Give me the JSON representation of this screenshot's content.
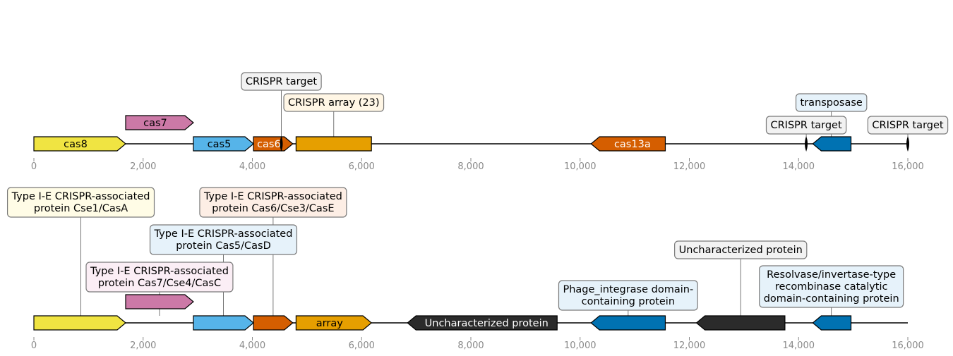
{
  "colors": {
    "yellow": "#F0E442",
    "pink": "#CC79A7",
    "skyblue": "#56B4E9",
    "vermillion": "#D55E00",
    "orange": "#E69F00",
    "blue": "#0072B2",
    "dark": "#2b2b2b"
  },
  "axis_ticks": [
    0,
    2000,
    4000,
    6000,
    8000,
    10000,
    12000,
    14000,
    16000
  ],
  "axis_tick_labels": [
    "0",
    "2,000",
    "4,000",
    "6,000",
    "8,000",
    "10,000",
    "12,000",
    "14,000",
    "16,000"
  ],
  "tracks": [
    {
      "name": "top",
      "features": [
        {
          "start": 0,
          "end": 1680,
          "strand": 1,
          "level": 0,
          "color": "yellow",
          "text": "cas8",
          "text_color": "#000000"
        },
        {
          "start": 1680,
          "end": 2920,
          "strand": 1,
          "level": 1,
          "color": "pink",
          "text": "cas7",
          "text_color": "#000000"
        },
        {
          "start": 2920,
          "end": 4020,
          "strand": 1,
          "level": 0,
          "color": "skyblue",
          "text": "cas5",
          "text_color": "#000000"
        },
        {
          "start": 4020,
          "end": 4740,
          "strand": 1,
          "level": 0,
          "color": "vermillion",
          "text": "cas6",
          "text_color": "#ffffff"
        },
        {
          "start": 4800,
          "end": 6180,
          "strand": 0,
          "level": 0,
          "color": "orange",
          "text": "",
          "text_color": "#000000"
        },
        {
          "start": 10200,
          "end": 11560,
          "strand": -1,
          "level": 0,
          "color": "vermillion",
          "text": "cas13a",
          "text_color": "#ffffff"
        },
        {
          "start": 14260,
          "end": 14960,
          "strand": -1,
          "level": 0,
          "color": "blue",
          "text": "",
          "text_color": "#000000"
        }
      ],
      "target_marks": [
        4530,
        14140,
        16000
      ],
      "callouts": [
        {
          "anchor": 4530,
          "text": [
            "CRISPR target"
          ],
          "tier": 2,
          "bg": "#f2f2f2"
        },
        {
          "anchor": 5490,
          "text": [
            "CRISPR array (23)"
          ],
          "tier": 1,
          "bg": "#fff6e5"
        },
        {
          "anchor": 14140,
          "text": [
            "CRISPR target"
          ],
          "tier": 0,
          "bg": "#f2f2f2"
        },
        {
          "anchor": 14600,
          "text": [
            "transposase"
          ],
          "tier": 1,
          "bg": "#e6f2fa"
        },
        {
          "anchor": 16000,
          "text": [
            "CRISPR target"
          ],
          "tier": 0,
          "bg": "#f2f2f2"
        }
      ]
    },
    {
      "name": "bottom",
      "features": [
        {
          "start": 0,
          "end": 1680,
          "strand": 1,
          "level": 0,
          "color": "yellow",
          "text": "",
          "text_color": "#000000"
        },
        {
          "start": 1680,
          "end": 2920,
          "strand": 1,
          "level": 1,
          "color": "pink",
          "text": "",
          "text_color": "#000000"
        },
        {
          "start": 2920,
          "end": 4020,
          "strand": 1,
          "level": 0,
          "color": "skyblue",
          "text": "",
          "text_color": "#000000"
        },
        {
          "start": 4020,
          "end": 4740,
          "strand": 1,
          "level": 0,
          "color": "vermillion",
          "text": "",
          "text_color": "#000000"
        },
        {
          "start": 4800,
          "end": 6180,
          "strand": 1,
          "level": 0,
          "color": "orange",
          "text": "array",
          "text_color": "#000000"
        },
        {
          "start": 6840,
          "end": 9580,
          "strand": -1,
          "level": 0,
          "color": "dark",
          "text": "Uncharacterized protein",
          "text_color": "#ffffff"
        },
        {
          "start": 10200,
          "end": 11560,
          "strand": -1,
          "level": 0,
          "color": "blue",
          "text": "",
          "text_color": "#000000"
        },
        {
          "start": 12130,
          "end": 13750,
          "strand": -1,
          "level": 0,
          "color": "dark",
          "text": "",
          "text_color": "#000000"
        },
        {
          "start": 14260,
          "end": 14960,
          "strand": -1,
          "level": 0,
          "color": "blue",
          "text": "",
          "text_color": "#000000"
        }
      ],
      "target_marks": [],
      "callouts": [
        {
          "anchor": 860,
          "text": [
            "Type I-E CRISPR-associated",
            "protein Cse1/CasA"
          ],
          "tier": 3,
          "bg": "#fffce6"
        },
        {
          "anchor": 2300,
          "text": [
            "Type I-E CRISPR-associated",
            "protein Cas7/Cse4/CasC"
          ],
          "tier": 1,
          "bg": "#fbeef5"
        },
        {
          "anchor": 3470,
          "text": [
            "Type I-E CRISPR-associated",
            "protein Cas5/CasD"
          ],
          "tier": 2,
          "bg": "#e6f2fa"
        },
        {
          "anchor": 4380,
          "text": [
            "Type I-E CRISPR-associated",
            "protein Cas6/Cse3/CasE"
          ],
          "tier": 3,
          "bg": "#fdeee5"
        },
        {
          "anchor": 10880,
          "text": [
            "Phage_integrase domain-",
            "containing protein"
          ],
          "tier": 0,
          "bg": "#e6f2fa"
        },
        {
          "anchor": 12940,
          "text": [
            "Uncharacterized protein"
          ],
          "tier": 5,
          "bg": "#f2f2f2"
        },
        {
          "anchor": 14600,
          "text": [
            "Resolvase/invertase-type",
            "recombinase catalytic",
            "domain-containing protein"
          ],
          "tier": 4,
          "bg": "#e6f2fa"
        }
      ]
    }
  ]
}
